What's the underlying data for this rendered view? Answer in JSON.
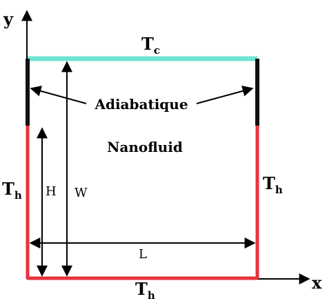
{
  "axes": {
    "x_label": "x",
    "y_label": "y"
  },
  "boundaries": {
    "top": {
      "symbol": "T",
      "subscript": "c"
    },
    "bottom": {
      "symbol": "T",
      "subscript": "h"
    },
    "left": {
      "symbol": "T",
      "subscript": "h"
    },
    "right": {
      "symbol": "T",
      "subscript": "h"
    }
  },
  "labels": {
    "adiabatic": "Adiabatique",
    "medium": "Nanofluid",
    "height_h": "H",
    "height_w": "W",
    "length": "L"
  },
  "colors": {
    "cold_wall": "#6fe3cf",
    "hot_wall": "#e8323c",
    "adiabatic_wall": "#111111",
    "lines": "#000000"
  }
}
